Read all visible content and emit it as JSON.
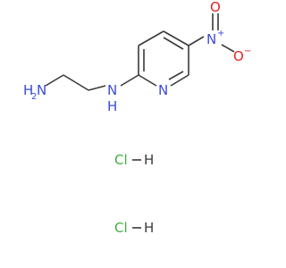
{
  "molecule": {
    "amine_n": "N",
    "amine_h2": "H",
    "amine_sub2": "2",
    "amino_n": "N",
    "amino_h": "H",
    "ring_n": "N",
    "nitro_n": "N",
    "nitro_plus": "+",
    "nitro_o_top": "O",
    "nitro_o_right": "O",
    "nitro_minus": "−"
  },
  "salts": [
    {
      "cl": "Cl",
      "h": "H"
    },
    {
      "cl": "Cl",
      "h": "H"
    }
  ],
  "colors": {
    "bond": "#3a3a3a",
    "nitrogen": "#3b4bd8",
    "oxygen": "#e8231f",
    "chlorine": "#3fae3f",
    "hydrogen": "#3a3a3a"
  }
}
